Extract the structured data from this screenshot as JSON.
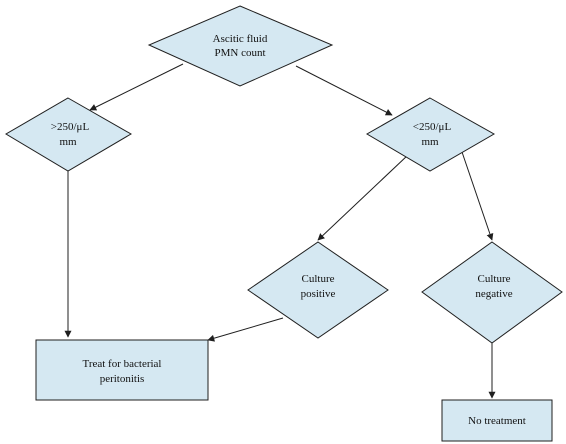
{
  "colors": {
    "node_fill": "#d5e8f2",
    "stroke": "#1f1f1f",
    "text": "#111111"
  },
  "nodes": {
    "start": {
      "line1": "Ascitic fluid",
      "line2": "PMN count"
    },
    "high": {
      "line1": ">250/μL",
      "line2": "mm"
    },
    "low": {
      "line1": "<250/μL",
      "line2": "mm"
    },
    "culture_pos": {
      "line1": "Culture",
      "line2": "positive"
    },
    "culture_neg": {
      "line1": "Culture",
      "line2": "negative"
    },
    "treat": {
      "line1": "Treat for bacterial",
      "line2": "peritonitis"
    },
    "no_treatment": {
      "line1": "No treatment"
    }
  },
  "edges": [
    {
      "from": "start",
      "to": "high"
    },
    {
      "from": "start",
      "to": "low"
    },
    {
      "from": "high",
      "to": "treat"
    },
    {
      "from": "low",
      "to": "culture_pos"
    },
    {
      "from": "low",
      "to": "culture_neg"
    },
    {
      "from": "culture_pos",
      "to": "treat"
    },
    {
      "from": "culture_neg",
      "to": "no_treatment"
    }
  ]
}
